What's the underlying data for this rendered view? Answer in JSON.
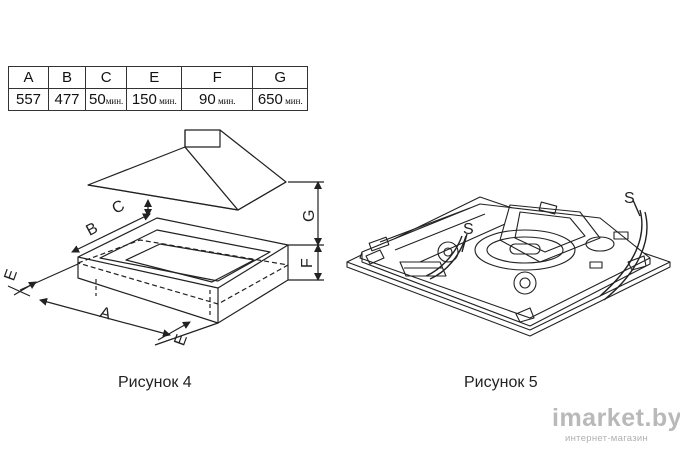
{
  "table": {
    "headers": [
      "A",
      "B",
      "C",
      "E",
      "F",
      "G"
    ],
    "values": [
      {
        "num": "557",
        "unit": ""
      },
      {
        "num": "477",
        "unit": ""
      },
      {
        "num": "50",
        "unit": "мин."
      },
      {
        "num": "150",
        "unit": " мин."
      },
      {
        "num": "90",
        "unit": " мин."
      },
      {
        "num": "650",
        "unit": " мин."
      }
    ]
  },
  "figure4": {
    "caption": "Рисунок 4",
    "labels": {
      "A": "A",
      "B": "B",
      "C": "C",
      "E": "E",
      "E2": "E",
      "F": "F",
      "G": "G"
    }
  },
  "figure5": {
    "caption": "Рисунок 5",
    "labels": {
      "S1": "S",
      "S2": "S"
    }
  },
  "watermark": {
    "main": "imarket.by",
    "sub": "интернет-магазин"
  }
}
